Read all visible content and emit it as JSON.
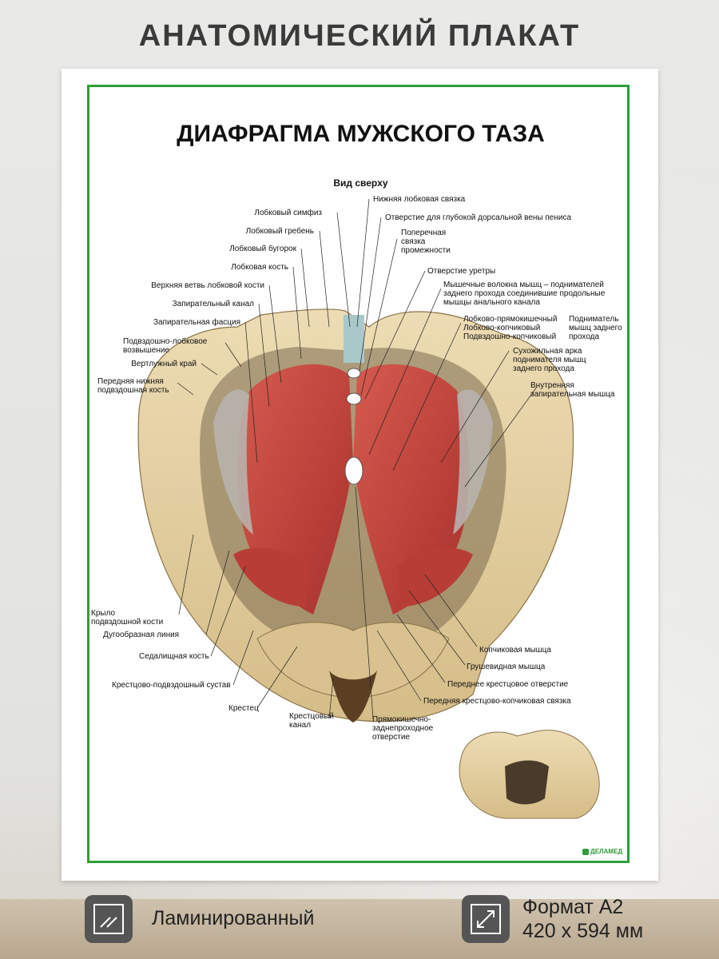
{
  "header": {
    "title": "АНАТОМИЧЕСКИЙ ПЛАКАТ"
  },
  "poster": {
    "title": "ДИАФРАГМА МУЖСКОГО ТАЗА",
    "view": "Вид сверху",
    "brand": "ДЕЛАМЕД",
    "labels_left": [
      "Лобковый симфиз",
      "Лобковый гребень",
      "Лобковый бугорок",
      "Лобковая кость",
      "Верхняя ветвь лобковой кости",
      "Запирательный канал",
      "Запирательная фасция",
      "Подвздошно-лобковое\nвозвышение",
      "Вертлужный край",
      "Передняя нижняя\nподвздошная кость",
      "Крыло\nподвздошной кости",
      "Дугообразная линия",
      "Седалищная кость",
      "Крестцово-подвздошный сустав",
      "Крестец",
      "Крестцовый\nканал",
      "Прямокишечно-\nзаднепроходное\nотверстие"
    ],
    "labels_right": [
      "Нижняя лобковая связка",
      "Отверстие для глубокой дорсальной вены пениса",
      "Поперечная\nсвязка\nпромежности",
      "Отверстие уретры",
      "Мышечные волокна мышц – поднимателей\nзаднего прохода соединившие продольные\nмышцы анального канала",
      "Лобково-прямокишечный\nЛобково-копчиковый\nПодвздошно-копчиковый",
      "Подниматель\nмышц заднего\nпрохода",
      "Сухожильная арка\nподнимателя мышц\nзаднего прохода",
      "Внутренняя\nзапирательная мышца",
      "Копчиковая мышца",
      "Грушевидная мышца",
      "Переднее крестцовое отверстие",
      "Передняя крестцово-копчиковая связка"
    ]
  },
  "features": [
    {
      "icon": "laminate-icon",
      "label": "Ламинированный"
    },
    {
      "icon": "resize-icon",
      "label": "Формат А2\n420 x 594 мм"
    }
  ],
  "colors": {
    "frame": "#2f9d3a",
    "muscle": "#c8463f",
    "bone": "#e2cfa0"
  }
}
